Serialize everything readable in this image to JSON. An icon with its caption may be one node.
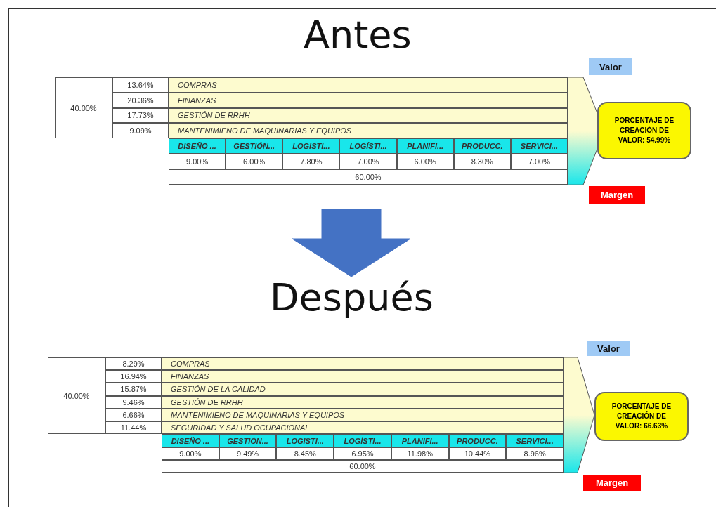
{
  "diagram": {
    "nodes": [
      {
        "text": [
          "Antes"
        ]
      },
      {
        "text": [
          "Valor"
        ]
      },
      {
        "text": [
          "PORCENTAJE DE CREACIÓN DE VALOR: 54.99%"
        ]
      },
      {
        "text": [
          "Margen"
        ]
      },
      {
        "text": [
          "Después"
        ]
      },
      {
        "text": [
          "Valor"
        ]
      },
      {
        "text": [
          "PORCENTAJE DE CREACIÓN DE VALOR: 66.63%"
        ]
      },
      {
        "text": [
          "Margen"
        ]
      }
    ],
    "edges": [
      {
        "from": null,
        "to": 4,
        "arrow": "to"
      }
    ],
    "labels": [
      "40.00%",
      "13.64%",
      "COMPRAS",
      "20.36%",
      "FINANZAS",
      "17.73%",
      "GESTIÓN DE RRHH",
      "9.09%",
      "MANTENIMIENO DE MAQUINARIAS Y EQUIPOS",
      "DISEÑO ...",
      "GESTIÓN...",
      "LOGISTI...",
      "LOGÍSTI...",
      "PLANIFI...",
      "PRODUCC.",
      "SERVICI...",
      "9.00%",
      "6.00%",
      "7.80%",
      "7.00%",
      "6.00%",
      "8.30%",
      "7.00%",
      "60.00%",
      "40.00%",
      "8.29%",
      "COMPRAS",
      "16.94%",
      "FINANZAS",
      "15.87%",
      "GESTIÓN DE LA CALIDAD",
      "9.46%",
      "GESTIÓN DE RRHH",
      "6.66%",
      "MANTENIMIENO DE MAQUINARIAS Y EQUIPOS",
      "11.44%",
      "SEGURIDAD Y SALUD OCUPACIONAL",
      "DISEÑO ...",
      "GESTIÓN...",
      "LOGISTI...",
      "LOGÍSTI...",
      "PLANIFI...",
      "PRODUCC.",
      "SERVICI...",
      "9.00%",
      "9.49%",
      "8.45%",
      "6.95%",
      "11.98%",
      "10.44%",
      "8.96%",
      "60.00%"
    ]
  }
}
